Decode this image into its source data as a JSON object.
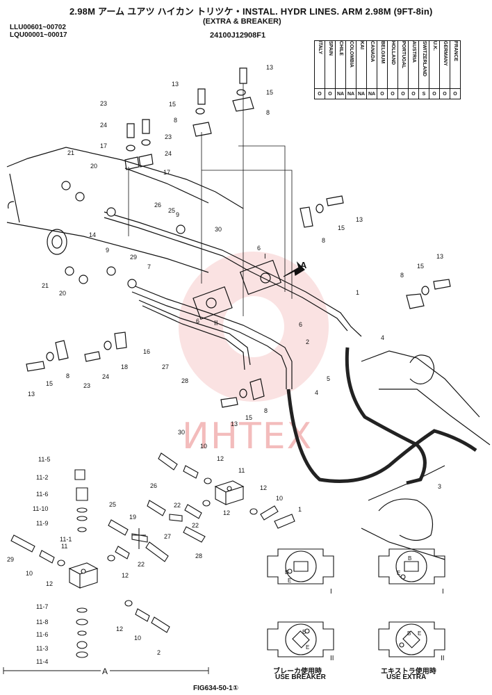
{
  "header": {
    "title": "2.98M アーム ユアツ ハイカン トリツケ・INSTAL. HYDR LINES. ARM 2.98M (9FT-8in)",
    "subtitle": "(EXTRA & BREAKER)",
    "part_number": "24100J12908F1",
    "serials": [
      "LLU00601~00702",
      "LQU00001~00017"
    ]
  },
  "country_table": {
    "countries": [
      "ITALY",
      "SPAIN",
      "CHILE",
      "COLOMBIA",
      "KAI",
      "CANADA",
      "BELGIUM",
      "HOLLAND",
      "PORTUGAL",
      "AUSTRIA",
      "SWITZERLAND",
      "U.K.",
      "GERMANY",
      "FRANCE"
    ],
    "marks": [
      "O",
      "O",
      "NA",
      "NA",
      "NA",
      "NA",
      "O",
      "O",
      "O",
      "O",
      "S",
      "O",
      "O",
      "O"
    ]
  },
  "callouts": {
    "view_arrow": "A",
    "roman_1": "I",
    "roman_2": "II"
  },
  "upper_labels": [
    {
      "id": "u13a",
      "text": "13"
    },
    {
      "id": "u15a",
      "text": "15"
    },
    {
      "id": "u8a",
      "text": "8"
    },
    {
      "id": "u13b",
      "text": "13"
    },
    {
      "id": "u15b",
      "text": "15"
    },
    {
      "id": "u8b",
      "text": "8"
    },
    {
      "id": "u23a",
      "text": "23"
    },
    {
      "id": "u24a",
      "text": "24"
    },
    {
      "id": "u23b",
      "text": "23"
    },
    {
      "id": "u24b",
      "text": "24"
    },
    {
      "id": "u17a",
      "text": "17"
    },
    {
      "id": "u17b",
      "text": "17"
    },
    {
      "id": "u21a",
      "text": "21"
    },
    {
      "id": "u20a",
      "text": "20"
    },
    {
      "id": "u26",
      "text": "26"
    },
    {
      "id": "u25",
      "text": "25"
    },
    {
      "id": "u14",
      "text": "14"
    },
    {
      "id": "u9a",
      "text": "9"
    },
    {
      "id": "u30",
      "text": "30"
    },
    {
      "id": "u6a",
      "text": "6"
    },
    {
      "id": "u13c",
      "text": "13"
    },
    {
      "id": "u15c",
      "text": "15"
    },
    {
      "id": "u8c",
      "text": "8"
    },
    {
      "id": "u9b",
      "text": "9"
    },
    {
      "id": "u29",
      "text": "29"
    },
    {
      "id": "u7",
      "text": "7"
    },
    {
      "id": "u21b",
      "text": "21"
    },
    {
      "id": "u20b",
      "text": "20"
    },
    {
      "id": "u6b",
      "text": "6"
    },
    {
      "id": "u6c",
      "text": "6"
    },
    {
      "id": "u15d",
      "text": "15"
    },
    {
      "id": "u13d",
      "text": "13"
    },
    {
      "id": "u8d",
      "text": "8"
    },
    {
      "id": "u1",
      "text": "1"
    },
    {
      "id": "u4a",
      "text": "4"
    },
    {
      "id": "u2",
      "text": "2"
    },
    {
      "id": "u5",
      "text": "5"
    },
    {
      "id": "u4b",
      "text": "4"
    },
    {
      "id": "u16",
      "text": "16"
    },
    {
      "id": "u27",
      "text": "27"
    },
    {
      "id": "u28",
      "text": "28"
    },
    {
      "id": "u18",
      "text": "18"
    },
    {
      "id": "u8e",
      "text": "8"
    },
    {
      "id": "u15e",
      "text": "15"
    },
    {
      "id": "u13e",
      "text": "13"
    },
    {
      "id": "u23c",
      "text": "23"
    },
    {
      "id": "u24c",
      "text": "24"
    },
    {
      "id": "u8f",
      "text": "8"
    },
    {
      "id": "u15f",
      "text": "15"
    },
    {
      "id": "u13f",
      "text": "13"
    },
    {
      "id": "u3",
      "text": "3"
    }
  ],
  "lower_labels": [
    {
      "id": "l30",
      "text": "30"
    },
    {
      "id": "l10a",
      "text": "10"
    },
    {
      "id": "l12a",
      "text": "12"
    },
    {
      "id": "l11",
      "text": "11"
    },
    {
      "id": "l12b",
      "text": "12"
    },
    {
      "id": "l10b",
      "text": "10"
    },
    {
      "id": "l12c",
      "text": "12"
    },
    {
      "id": "l1",
      "text": "1"
    },
    {
      "id": "l26",
      "text": "26"
    },
    {
      "id": "l22a",
      "text": "22"
    },
    {
      "id": "l19",
      "text": "19"
    },
    {
      "id": "l22b",
      "text": "22"
    },
    {
      "id": "l25",
      "text": "25"
    },
    {
      "id": "l27",
      "text": "27"
    },
    {
      "id": "l28",
      "text": "28"
    },
    {
      "id": "l22c",
      "text": "22"
    },
    {
      "id": "l29",
      "text": "29"
    },
    {
      "id": "l10c",
      "text": "10"
    },
    {
      "id": "l12d",
      "text": "12"
    },
    {
      "id": "l111",
      "text": "11-1"
    },
    {
      "id": "l11b",
      "text": "11"
    },
    {
      "id": "l12e",
      "text": "12"
    },
    {
      "id": "l12f",
      "text": "12"
    },
    {
      "id": "l10d",
      "text": "10"
    },
    {
      "id": "l2",
      "text": "2"
    },
    {
      "id": "l115",
      "text": "11-5"
    },
    {
      "id": "l112",
      "text": "11-2"
    },
    {
      "id": "l116",
      "text": "11-6"
    },
    {
      "id": "l1110",
      "text": "11-10"
    },
    {
      "id": "l119",
      "text": "11-9"
    },
    {
      "id": "l117",
      "text": "11-7"
    },
    {
      "id": "l118",
      "text": "11-8"
    },
    {
      "id": "l116b",
      "text": "11-6"
    },
    {
      "id": "l113",
      "text": "11-3"
    },
    {
      "id": "l114",
      "text": "11-4"
    }
  ],
  "insets": {
    "label_b": "B",
    "label_e": "E",
    "breaker_jp": "ブレーカ使用時",
    "breaker_en": "USE BREAKER",
    "extra_jp": "エキストラ使用時",
    "extra_en": "USE EXTRA"
  },
  "footer": {
    "section_label": "A",
    "figure_number": "FIG634-50-1①"
  },
  "watermark": "ИНТЕХ"
}
